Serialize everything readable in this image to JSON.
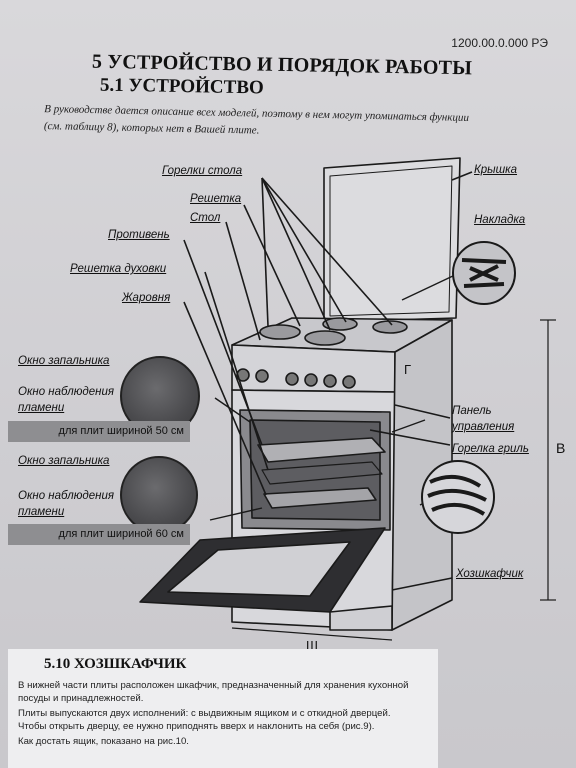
{
  "header": {
    "doc_code": "1200.00.0.000 РЭ",
    "title": "5 УСТРОЙСТВО И ПОРЯДОК РАБОТЫ",
    "subtitle": "5.1 УСТРОЙСТВО"
  },
  "intro": {
    "line1": "В руководстве дается описание всех моделей, поэтому в нем могут упоминаться  функции",
    "line2": "(см. таблицу 8), которых нет в Вашей плите."
  },
  "labels": {
    "burners": "Горелки стола",
    "grate": "Решетка",
    "table": "Стол",
    "tray": "Противень",
    "oven_grid": "Решетка духовки",
    "roaster": "Жаровня",
    "lid": "Крышка",
    "overlay": "Накладка",
    "panel_line1": "Панель",
    "panel_line2": "управления",
    "grill_burner": "Горелка гриль",
    "cabinet": "Хозшкафчик",
    "dim_g": "Г",
    "dim_b": "В",
    "dim_sh": "Ш"
  },
  "insets": [
    {
      "ignition_window": "Окно запальника",
      "flame_window_line1": "Окно наблюдения",
      "flame_window_line2": "пламени",
      "band": "для плит шириной 50 см"
    },
    {
      "ignition_window": "Окно запальника",
      "flame_window_line1": "Окно наблюдения",
      "flame_window_line2": "пламени",
      "band": "для плит шириной 60 см"
    }
  ],
  "section_510": {
    "title": "5.10  ХОЗШКАФЧИК",
    "p1_line1": "В нижней части плиты расположен  шкафчик, предназначенный для хранения кухонной",
    "p1_line2": "посуды и принадлежностей.",
    "p2_line1": "Плиты выпускаются двух исполнений: с выдвижным ящиком и с откидной дверцей.",
    "p2_line2": "Чтобы открыть дверцу, ее нужно приподнять вверх и наклонить на себя (рис.9).",
    "p3": "Как достать ящик, показано на рис.10."
  }
}
